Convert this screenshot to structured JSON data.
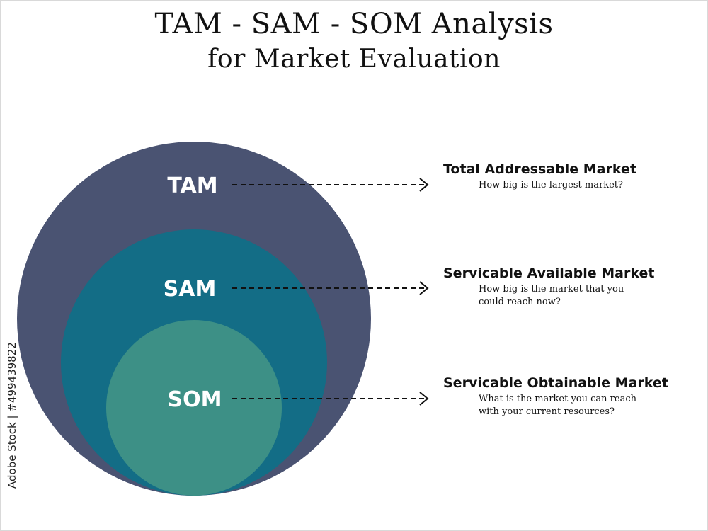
{
  "title": {
    "line1": "TAM - SAM - SOM Analysis",
    "line2": "for Market Evaluation"
  },
  "circles": [
    {
      "label": "TAM",
      "color": "#4a5372"
    },
    {
      "label": "SAM",
      "color": "#136d86"
    },
    {
      "label": "SOM",
      "color": "#3d9086"
    }
  ],
  "descriptions": [
    {
      "heading": "Total Addressable Market",
      "lines": [
        "How big is the largest market?"
      ]
    },
    {
      "heading": "Servicable Available Market",
      "lines": [
        "How big is the market that you",
        "could reach now?"
      ]
    },
    {
      "heading": "Servicable Obtainable Market",
      "lines": [
        "What is the market you can reach",
        "with your current resources?"
      ]
    }
  ],
  "watermark": {
    "text": "Adobe Stock",
    "id_text": "Adobe Stock | #499439822"
  }
}
